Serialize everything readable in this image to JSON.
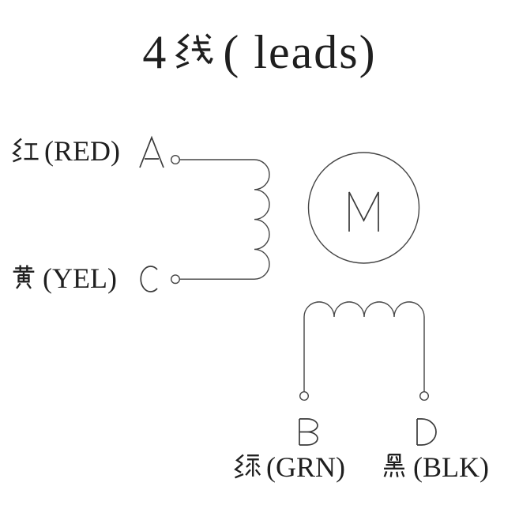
{
  "title": {
    "text": "4 线( leads)",
    "latin_prefix": "4",
    "cjk_char": "线",
    "latin_suffix": "( leads)"
  },
  "motor": {
    "label": "M"
  },
  "phase_a": {
    "wire_label": "红(RED)",
    "cjk_char": "红",
    "latin": "(RED)",
    "terminal": "A"
  },
  "phase_c": {
    "wire_label": "黄(YEL)",
    "cjk_char": "黄",
    "latin": "(YEL)",
    "terminal": "C"
  },
  "phase_b": {
    "wire_label": "绿(GRN)",
    "cjk_char": "绿",
    "latin": "(GRN)",
    "terminal": "B"
  },
  "phase_d": {
    "wire_label": "黑(BLK)",
    "cjk_char": "黑",
    "latin": "(BLK)",
    "terminal": "D"
  },
  "colors": {
    "ink": "#1f1f1f",
    "line": "#454545",
    "background": "#ffffff"
  }
}
